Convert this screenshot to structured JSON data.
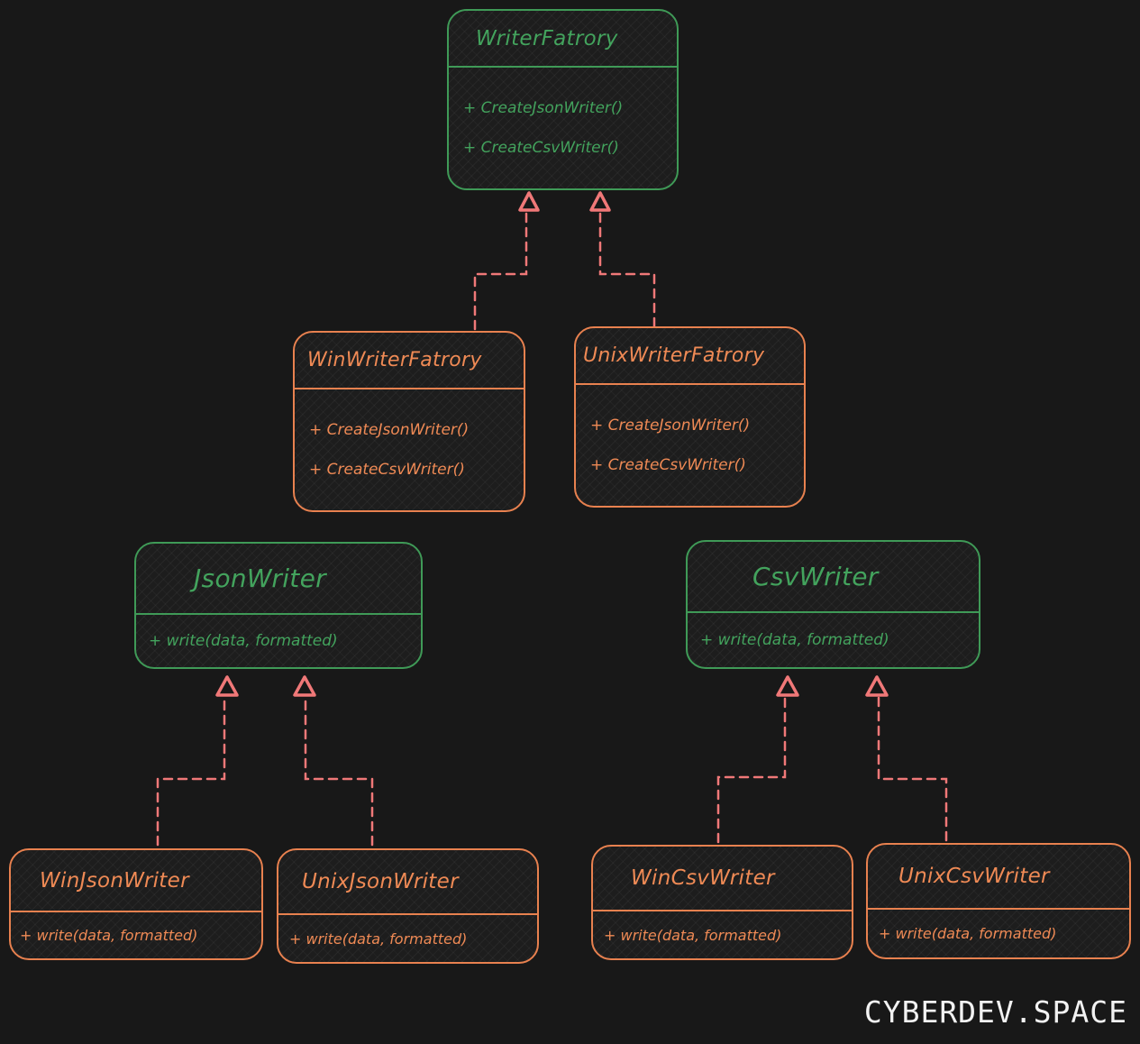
{
  "diagram": {
    "classes": {
      "writer_factory": {
        "name": "WriterFatrory",
        "methods": [
          "+ CreateJsonWriter()",
          "+ CreateCsvWriter()"
        ]
      },
      "win_writer_factory": {
        "name": "WinWriterFatrory",
        "methods": [
          "+ CreateJsonWriter()",
          "+ CreateCsvWriter()"
        ]
      },
      "unix_writer_factory": {
        "name": "UnixWriterFatrory",
        "methods": [
          "+ CreateJsonWriter()",
          "+ CreateCsvWriter()"
        ]
      },
      "json_writer": {
        "name": "JsonWriter",
        "methods": [
          "+ write(data, formatted)"
        ]
      },
      "csv_writer": {
        "name": "CsvWriter",
        "methods": [
          "+ write(data, formatted)"
        ]
      },
      "win_json_writer": {
        "name": "WinJsonWriter",
        "methods": [
          "+ write(data, formatted)"
        ]
      },
      "unix_json_writer": {
        "name": "UnixJsonWriter",
        "methods": [
          "+ write(data, formatted)"
        ]
      },
      "win_csv_writer": {
        "name": "WinCsvWriter",
        "methods": [
          "+ write(data, formatted)"
        ]
      },
      "unix_csv_writer": {
        "name": "UnixCsvWriter",
        "methods": [
          "+ write(data, formatted)"
        ]
      }
    },
    "relations": [
      {
        "from": "WinWriterFatrory",
        "to": "WriterFatrory",
        "type": "realization"
      },
      {
        "from": "UnixWriterFatrory",
        "to": "WriterFatrory",
        "type": "realization"
      },
      {
        "from": "WinJsonWriter",
        "to": "JsonWriter",
        "type": "realization"
      },
      {
        "from": "UnixJsonWriter",
        "to": "JsonWriter",
        "type": "realization"
      },
      {
        "from": "WinCsvWriter",
        "to": "CsvWriter",
        "type": "realization"
      },
      {
        "from": "UnixCsvWriter",
        "to": "CsvWriter",
        "type": "realization"
      }
    ],
    "colors": {
      "background": "#181818",
      "abstract": "#3f9a57",
      "concrete": "#e8814f",
      "connector": "#f07878",
      "brand": "#f2f2f2"
    }
  },
  "watermark": "CYBERDEV.SPACE"
}
